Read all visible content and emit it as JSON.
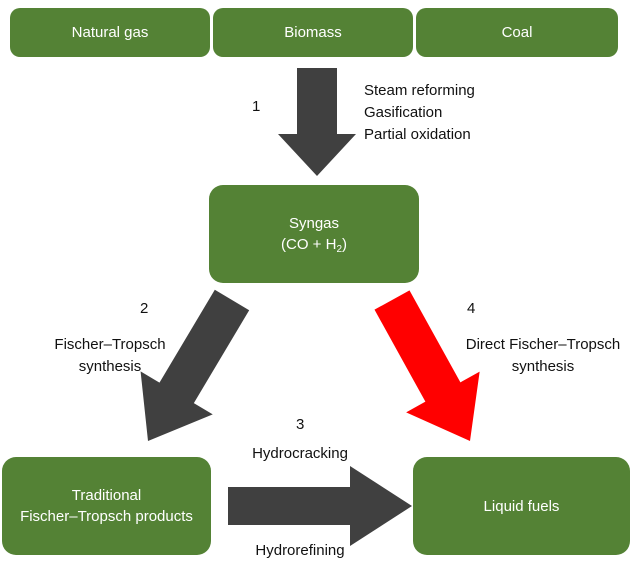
{
  "sources": [
    "Natural gas",
    "Biomass",
    "Coal"
  ],
  "syngas": {
    "title": "Syngas",
    "formula_prefix": "(CO + H",
    "formula_sub": "2",
    "formula_suffix": ")"
  },
  "step1": {
    "number": "1",
    "methods": [
      "Steam reforming",
      "Gasification",
      "Partial oxidation"
    ]
  },
  "step2": {
    "number": "2",
    "label_line1": "Fischer–Tropsch",
    "label_line2": "synthesis"
  },
  "step3": {
    "number": "3",
    "above": "Hydrocracking",
    "below": "Hydrorefining"
  },
  "step4": {
    "number": "4",
    "label_line1": "Direct Fischer–Tropsch",
    "label_line2": "synthesis"
  },
  "traditional": {
    "line1": "Traditional",
    "line2": "Fischer–Tropsch products"
  },
  "liquid_fuels": "Liquid fuels",
  "colors": {
    "box": "#548235",
    "arrow": "#404040",
    "direct_arrow": "#ff0000"
  }
}
